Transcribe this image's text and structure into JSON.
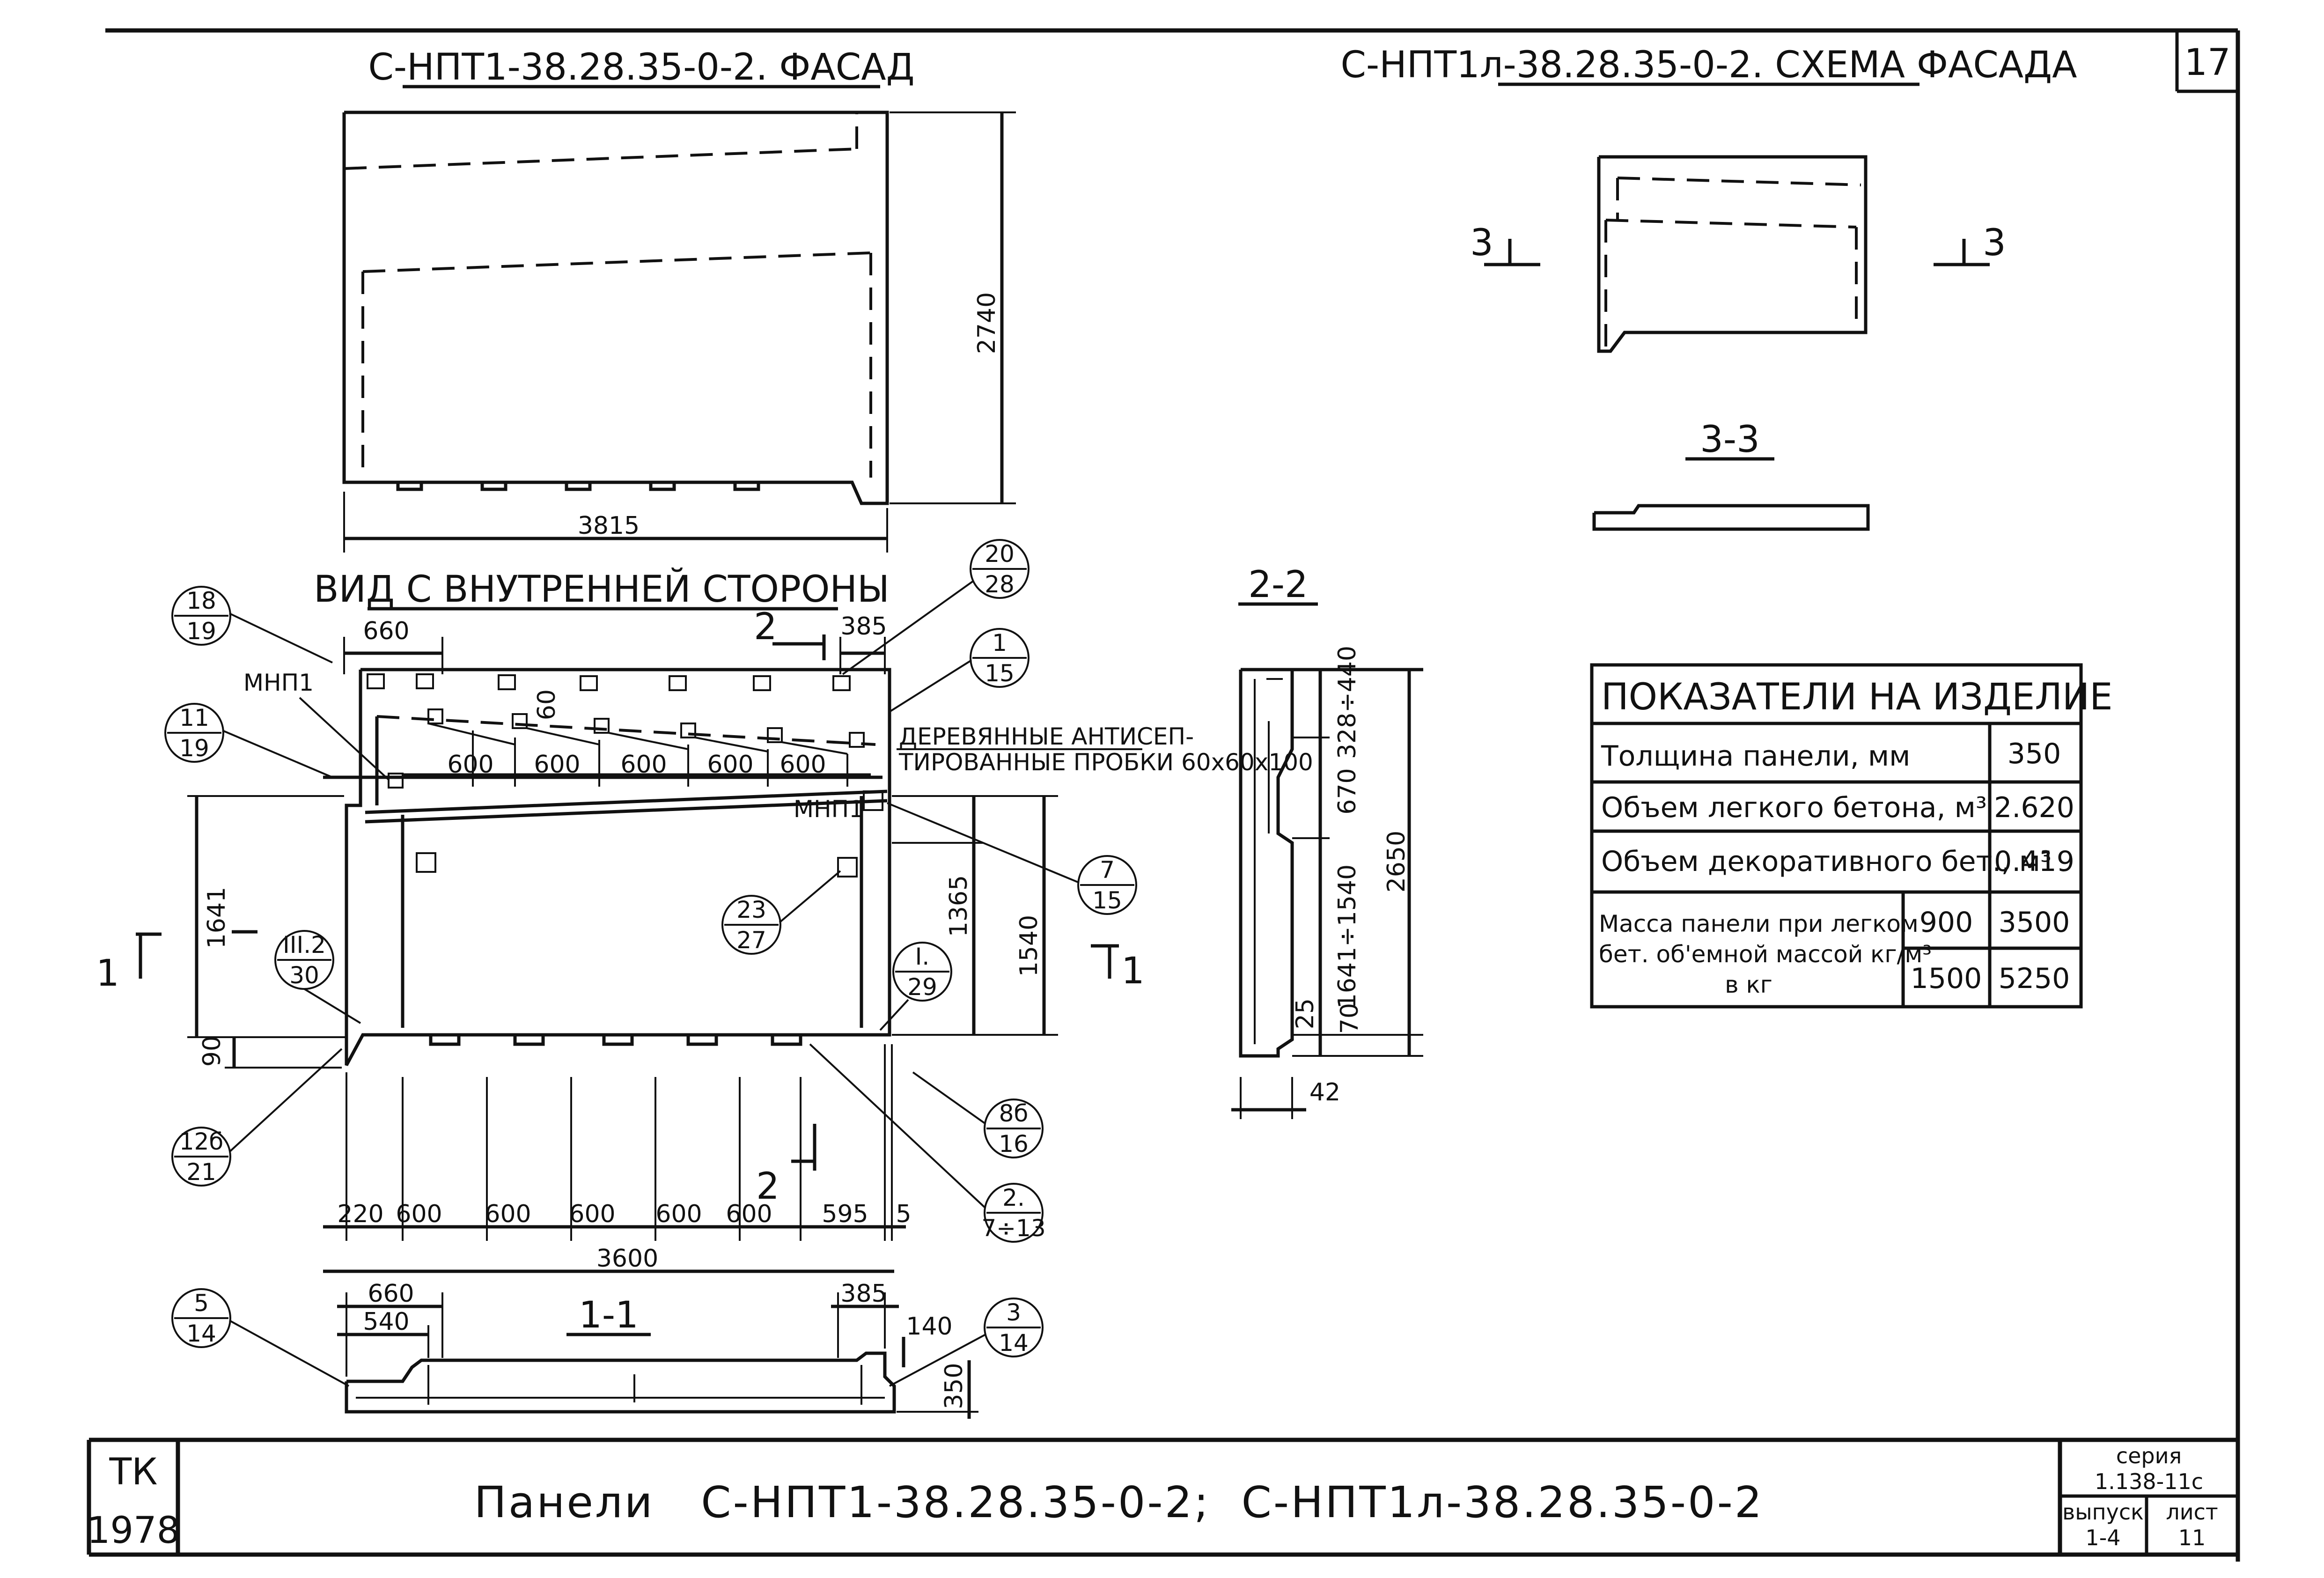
{
  "sheet": {
    "sheet_number": "17",
    "main_title": "Панели   С-НПТ1-38.28.35-0-2;  С-НПТ1л-38.28.35-0-2",
    "org": "ТК",
    "year": "1978",
    "series_label": "серия",
    "series_value": "1.138-11с",
    "issue_label": "выпуск",
    "issue_value": "1-4",
    "list_label": "лист",
    "list_value": "11"
  },
  "views": {
    "facade_title": "С-НПТ1-38.28.35-0-2. ФАСАД",
    "scheme_title": "С-НПТ1л-38.28.35-0-2. СХЕМА ФАСАДА",
    "inner_title": "ВИД С ВНУТРЕННЕЙ СТОРОНЫ",
    "sec22": "2-2",
    "sec33": "3-3",
    "sec11": "1-1",
    "cut3_left": "3",
    "cut3_right": "3",
    "cut1_left": "1",
    "cut1_right": "1",
    "cut2_top": "2",
    "cut2_bottom": "2"
  },
  "dimensions": {
    "facade_width": "3815",
    "facade_height": "2740",
    "top_660": "660",
    "top_385": "385",
    "plug_pitch": [
      "600",
      "600",
      "600",
      "600",
      "600"
    ],
    "plug_vertical": "60",
    "left_1641": "1641",
    "left_90": "90",
    "right_1365": "1365",
    "right_1540": "1540",
    "bottom_chain": [
      "220",
      "600",
      "600",
      "600",
      "600",
      "600",
      "595",
      "5"
    ],
    "total_3600": "3600",
    "s22_328_440": "328÷440",
    "s22_670": "670",
    "s22_1641_1540": "1641÷1540",
    "s22_2650": "2650",
    "s22_25": "25",
    "s22_70": "70",
    "s22_42": "42",
    "s11_660": "660",
    "s11_540": "540",
    "s11_385": "385",
    "s11_140": "140",
    "s11_350": "350"
  },
  "notes": {
    "mnp_left": "МНП1",
    "mnp_right": "МНП1",
    "plugs_line1": "ДЕРЕВЯННЫЕ АНТИСЕП-",
    "plugs_line2": "ТИРОВАННЫЕ ПРОБКИ 60х60х100"
  },
  "callouts": [
    {
      "top": "18",
      "bottom": "19"
    },
    {
      "top": "11",
      "bottom": "19"
    },
    {
      "top": "20",
      "bottom": "28"
    },
    {
      "top": "1",
      "bottom": "15"
    },
    {
      "top": "7",
      "bottom": "15"
    },
    {
      "top": "23",
      "bottom": "27"
    },
    {
      "top": "III.2",
      "bottom": "30"
    },
    {
      "top": "I.",
      "bottom": "29"
    },
    {
      "top": "12б",
      "bottom": "21"
    },
    {
      "top": "8б",
      "bottom": "16"
    },
    {
      "top": "2.",
      "bottom": "7÷13"
    },
    {
      "top": "5",
      "bottom": "14"
    },
    {
      "top": "3",
      "bottom": "14"
    }
  ],
  "table": {
    "title": "ПОКАЗАТЕЛИ НА ИЗДЕЛИЕ",
    "thickness_label": "Толщина панели, мм",
    "thickness_value": "350",
    "light_label": "Объем легкого бетона, м³",
    "light_value": "2.620",
    "deco_label": "Объем декоративного бет., м³",
    "deco_value": "0.419",
    "mass_line1": "Масса панели при легком",
    "mass_line2": "бет. об'емной массой кг/м³",
    "mass_line3": "в кг",
    "density1": "900",
    "mass1": "3500",
    "density2": "1500",
    "mass2": "5250"
  }
}
